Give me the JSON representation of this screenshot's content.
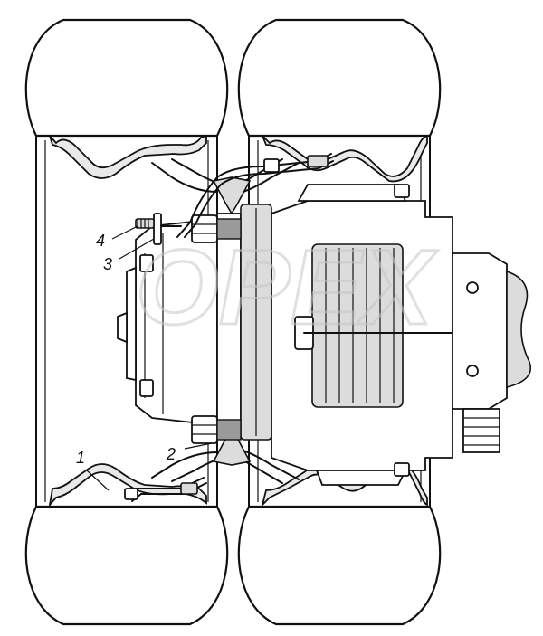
{
  "watermark": {
    "text": "OPEX"
  },
  "callouts": [
    {
      "id": "1",
      "label": "1"
    },
    {
      "id": "2",
      "label": "2"
    },
    {
      "id": "3",
      "label": "3"
    },
    {
      "id": "4",
      "label": "4"
    }
  ],
  "colors": {
    "line": "#111111",
    "background": "#ffffff",
    "watermark": "#c8c8c8",
    "shade": "#dcdcdc"
  }
}
